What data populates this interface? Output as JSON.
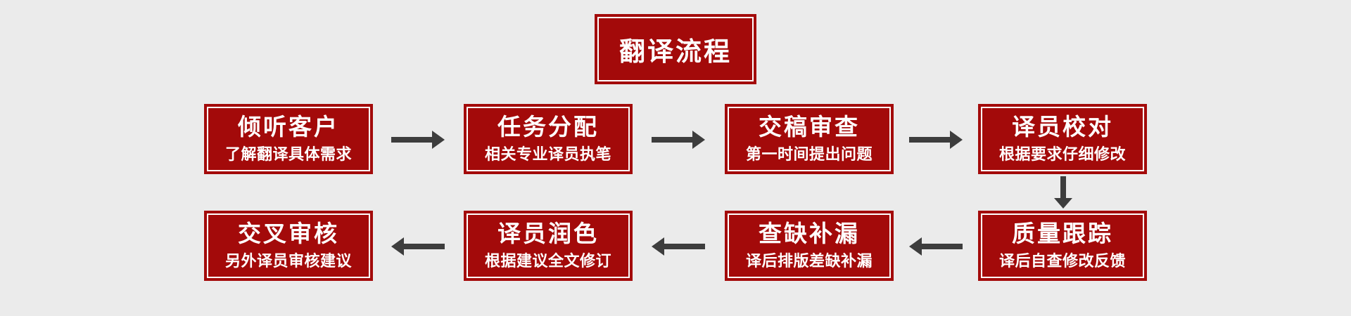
{
  "page": {
    "background": "#ebebeb"
  },
  "colors": {
    "box_red": "#a30a0a",
    "box_inner_border": "#ffffff",
    "arrow_gray": "#3d3d3d",
    "text_white": "#ffffff"
  },
  "title": {
    "label": "翻译流程"
  },
  "flow": {
    "row1": [
      {
        "title": "倾听客户",
        "subtitle": "了解翻译具体需求"
      },
      {
        "title": "任务分配",
        "subtitle": "相关专业译员执笔"
      },
      {
        "title": "交稿审查",
        "subtitle": "第一时间提出问题"
      },
      {
        "title": "译员校对",
        "subtitle": "根据要求仔细修改"
      }
    ],
    "row2": [
      {
        "title": "交叉审核",
        "subtitle": "另外译员审核建议"
      },
      {
        "title": "译员润色",
        "subtitle": "根据建议全文修订"
      },
      {
        "title": "查缺补漏",
        "subtitle": "译后排版差缺补漏"
      },
      {
        "title": "质量跟踪",
        "subtitle": "译后自查修改反馈"
      }
    ]
  }
}
